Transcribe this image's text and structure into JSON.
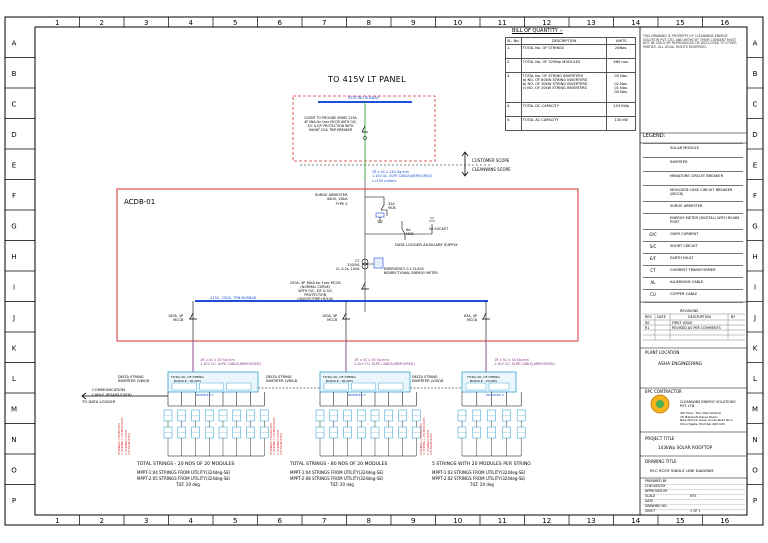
{
  "grid": {
    "columns": [
      "1",
      "2",
      "3",
      "4",
      "5",
      "6",
      "7",
      "8",
      "9",
      "10",
      "11",
      "12",
      "13",
      "14",
      "15",
      "16"
    ],
    "rows": [
      "A",
      "B",
      "C",
      "D",
      "E",
      "F",
      "G",
      "H",
      "I",
      "J",
      "K",
      "L",
      "M",
      "N",
      "O",
      "P"
    ]
  },
  "title": "TO 415V LT PANEL",
  "client_scope_box": "CLIENT TO PROVIDE SPARE 225A 4P SNA for 1sec MCCB WITH O/C, E/C & E/F PROTECTION WITH SHUNT COIL TRIP BREAKER",
  "top_busbar": "EXISTING BUSBAR",
  "scope_labels": {
    "customer": "CUSTOMER SCOPE",
    "cleanwins": "CLEANWINS SCOPE"
  },
  "main_cable": "1R x 4C x 240 Sq.mm\n1.1kV AL. XLPE CABLE(ARMOURED)\nL=150 meters",
  "acdb_label": "ACDB-01",
  "arrester_label": "SURGE ARRESTER\n440V, 20kA\nTYPE 2",
  "spd_mcb": "32A\nMCB",
  "aux_mcb": "6A\nMCB",
  "socket": "5A SOCKET",
  "data_logger_supply": "DATA LOGGER AUXILIARY SUPPLY",
  "ct_label": "CT\n250/5A\nCL 0.2s, 10VA",
  "meter_label": "EMERGENCY 0.2 CLASS\nBIDIRECTIONAL ENERGY METER",
  "incomer_mccb": "250A, 4P 36kA for 1sec MCCB\n(NORMAL CURVE)\nWITH O/C, E/F & S/C\nPROTECTION\n(ON/OFF/TRIP+R/Y/A)",
  "panel_busbar": "415V, 250A, TPN BUSBAR",
  "feeders": [
    {
      "mccb": "100A, 4P\nMCCB",
      "cable": "1R x 4C x 35 Sq.mm\n1.1kV CU. XLPE CABLE(ARMOURED)",
      "inverter_label": "DELTA STRING\nINVERTER (V80)D",
      "inverter_box": "TOTAL No. OF STRING\nMODULE - 80 NOS",
      "strings_note": "TOTAL STRINGS - 20 NOS OF 20 MODULES",
      "mppt1": "MPPT-1:04 STRINGS FROM UTILITY(324deg-SE)",
      "mppt2": "MPPT-2:05 STRINGS FROM UTILITY(324deg-SE)",
      "tilt": "TILT: 20 deg",
      "side_label": "STRINGS 2 MODULES\n1 STRING x 20 MODULES\n2 STRINGS WITH\n(20 MODULES)"
    },
    {
      "mccb": "100A, 4P\nMCCB",
      "cable": "1R x 4C x 35 Sq.mm\n1.1kV CU. XLPE CABLE(ARMOURED)",
      "inverter_label": "DELTA STRING\nINVERTER (V80)D",
      "inverter_box": "TOTAL No. OF STRING\nMODULE - 80 NOS",
      "strings_note": "TOTAL STRINGS - 80 NOS OF 20 MODULES",
      "mppt1": "MPPT-1:04 STRINGS FROM UTILITY(324deg-SE)",
      "mppt2": "MPPT-2:08 STRINGS FROM UTILITY(324deg-SE)",
      "tilt": "TILT: 20 deg",
      "side_label": "STRINGS 2 MODULES\n1 STRING x 20 MODULES\n2 STRINGS WITH\n(20 MODULES)"
    },
    {
      "mccb": "63A, 4P\nMCCB",
      "cable": "1R x 4C x 16 Sq.mm\n1.1kV CU. XLPE CABLE(ARMOURED)",
      "inverter_label": "DELTA STRING\nINVERTER (V30)D",
      "inverter_box": "TOTAL No. OF STRING\nMODULE - 20 NOS",
      "strings_note": "5 STRINGS WITH 20 MODULES PER STRING",
      "mppt1": "MPPT-1:03 STRINGS FROM UTILITY(324deg-SE)",
      "mppt2": "MPPT-2:02 STRINGS FROM UTILITY(324deg-SE)",
      "tilt": "TILT: 20 deg",
      "side_label": "STRINGS 2 MODULES\n1 STRING x 20 MODULES\n2 STRINGS WITH\n(20 MODULES)"
    }
  ],
  "inverter_titles": [
    "INVERTER-1",
    "INVERTER-2",
    "INVERTER-3"
  ],
  "communication": "COMMUNICATION\nCABLE (RS485/CAT6)",
  "to_data_logger": "TO DATA LOGGER",
  "bom": {
    "title": "BILL OF QUANTITY :-",
    "headers": [
      "SL. No.",
      "DESCRIPTION",
      "UNITS"
    ],
    "rows": [
      {
        "sl": "1.",
        "desc": "TOTAL No. OF STRINGS",
        "units": "20Nos."
      },
      {
        "sl": "2.",
        "desc": "TOTAL No. OF 325Wp MODULES",
        "units": "460 nos."
      },
      {
        "sl": "3.",
        "desc": "TOTAL No. OF STRING INVERTERS\na) NO. OF 80kW STRING INVERTERS\nb) NO. OF 30kW STRING INVERTERS\nc) NO. OF 20kW STRING INVERTERS",
        "units": "03 Nos.\n\n02 Nos.\n01 Nos.\n00 Nos."
      },
      {
        "sl": "4.",
        "desc": "TOTAL DC CAPACITY",
        "units": "143 kWp"
      },
      {
        "sl": "5.",
        "desc": "TOTAL AC CAPACITY",
        "units": "130 kW"
      }
    ]
  },
  "note": "THIS DRAWING IS PROPERTY OF CLEANWINS ENERGY SOLUTION PVT. LTD. AND WITHOUT THEIR CONSENT MUST NOT BE USED OR REPRODUCED OR DISCLOSED TO OTHER PARTIES. ALL LEGAL RIGHTS RESERVED.",
  "legend": {
    "title": "LEGEND:",
    "items": [
      {
        "icon": "",
        "label": "SOLAR MODULE"
      },
      {
        "icon": "",
        "label": "INVERTER"
      },
      {
        "icon": "",
        "label": "MINIATURE CIRCUIT BREAKER"
      },
      {
        "icon": "",
        "label": "MOULDED CASE CIRCUIT BREAKER (MCCB)"
      },
      {
        "icon": "",
        "label": "SURGE ARRESTER"
      },
      {
        "icon": "",
        "label": "ENERGY METER (DIGITAL) WITH RS485 PORT"
      },
      {
        "icon": "O/C",
        "label": "OVER CURRENT"
      },
      {
        "icon": "S/C",
        "label": "SHORT CIRCUIT"
      },
      {
        "icon": "E/F",
        "label": "EARTH FAULT"
      },
      {
        "icon": "CT",
        "label": "CURRENT TRANSFORMER"
      },
      {
        "icon": "AL",
        "label": "ALUMINIUM CABLE"
      },
      {
        "icon": "CU",
        "label": "COPPER CABLE"
      }
    ]
  },
  "revisions": {
    "heading": "REVISIONS",
    "headers": [
      "REV",
      "DATE",
      "DESCRIPTION",
      "BY"
    ],
    "rows": [
      {
        "rev": "R0",
        "date": "",
        "desc": "FIRST ISSUE",
        "by": ""
      },
      {
        "rev": "R1",
        "date": "",
        "desc": "REVISED AS PER COMMENTS",
        "by": ""
      }
    ]
  },
  "plant_location_label": "PLANT LOCATION",
  "plant_location": "ASHA ENGINEERING",
  "epc_label": "EPC CONTRACTOR",
  "company": "CLEANWINS ENERGY SOLUTIONS PVT. LTD.",
  "company_address": "4th Floor, The International\n16 Maharshi Karve Road,\nNew Marine Lines, Cross Road No.1\nChurchgate, Mumbai 400 020",
  "project_title_label": "PROJECT TITLE",
  "project_title": "143kWp SOLAR ROOFTOP",
  "drawing_title_label": "DRAWING TITLE",
  "drawing_title": "RCC ROOF SINGLE LINE DIAGRAM",
  "title_block_rows": [
    {
      "k": "PREPARED BY",
      "v": ""
    },
    {
      "k": "CHECKED BY",
      "v": ""
    },
    {
      "k": "APPROVED BY",
      "v": ""
    },
    {
      "k": "SCALE",
      "v": "NTS"
    },
    {
      "k": "DATE",
      "v": ""
    },
    {
      "k": "DRAWING NO.",
      "v": ""
    },
    {
      "k": "SHEET",
      "v": "1 OF 1"
    }
  ],
  "colors": {
    "red": "#d32f2f",
    "blue": "#1e4fd8",
    "cyan": "#49a9d9",
    "green": "#4caf50",
    "magenta": "#8a3a8a",
    "grey": "#555555"
  }
}
